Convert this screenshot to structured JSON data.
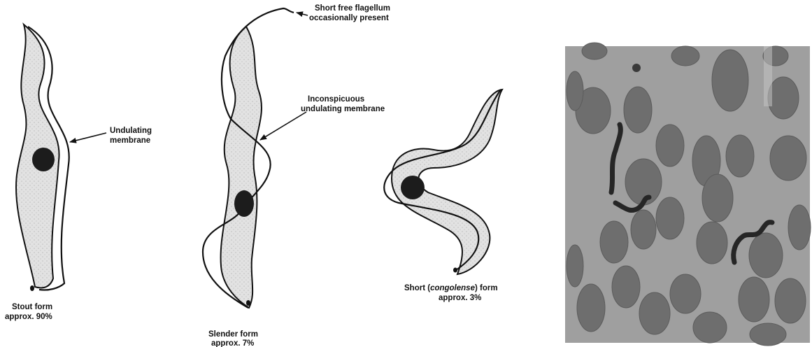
{
  "labels": {
    "stout_line1": "Stout form",
    "stout_line2": "approx. 90%",
    "undulating_line1": "Undulating",
    "undulating_line2": "membrane",
    "flagellum_line1": "Short free flagellum",
    "flagellum_line2": "occasionally present",
    "inconspicuous_line1": "Inconspicuous",
    "inconspicuous_line2": "undulating membrane",
    "slender_line1": "Slender form",
    "slender_line2": "approx. 7%",
    "short_line1_pre": "Short (",
    "short_line1_italic": "congolense",
    "short_line1_post": ") form",
    "short_line2": "approx. 3%"
  },
  "colors": {
    "cell_fill": "#dedede",
    "outline": "#111111",
    "nucleus": "#1c1c1c",
    "micrograph_bg": "#9a9a9a",
    "rbc": "#6e6e6e",
    "parasite": "#262626"
  }
}
